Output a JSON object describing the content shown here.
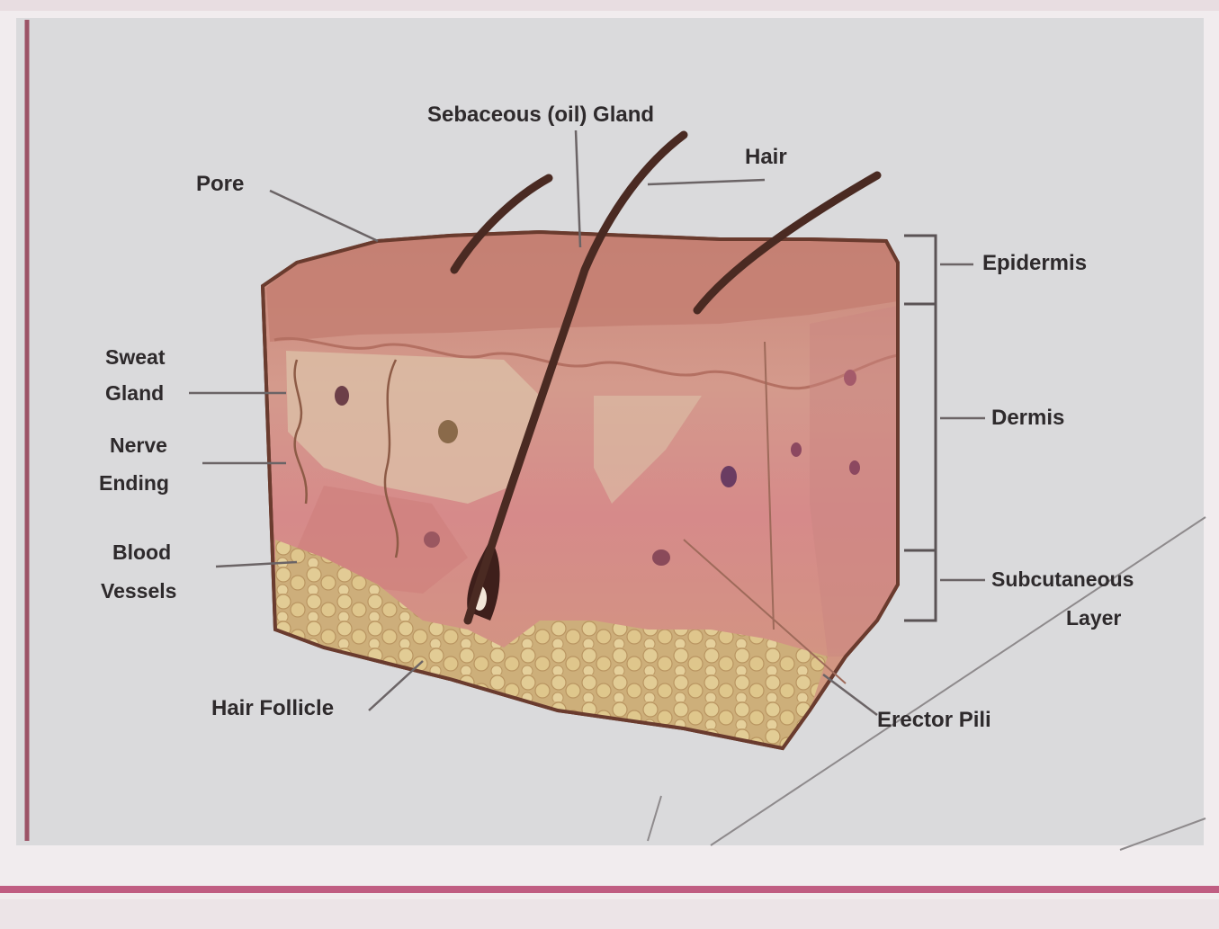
{
  "diagram": {
    "labels": {
      "sebaceous_gland": "Sebaceous (oil) Gland",
      "hair": "Hair",
      "pore": "Pore",
      "epidermis": "Epidermis",
      "sweat_gland_1": "Sweat",
      "sweat_gland_2": "Gland",
      "nerve_ending_1": "Nerve",
      "nerve_ending_2": "Ending",
      "dermis": "Dermis",
      "blood_vessels_1": "Blood",
      "blood_vessels_2": "Vessels",
      "subcutaneous_1": "Subcutaneous",
      "subcutaneous_2": "Layer",
      "hair_follicle": "Hair Follicle",
      "erector_pili": "Erector Pili"
    },
    "colors": {
      "paper": "#d9d9db",
      "border_pink": "#b84a72",
      "epidermis": "#c98a7a",
      "dermis": "#d48f8c",
      "fat": "#d8c084",
      "outline": "#6a3b2e",
      "hair": "#4a2a22"
    }
  }
}
